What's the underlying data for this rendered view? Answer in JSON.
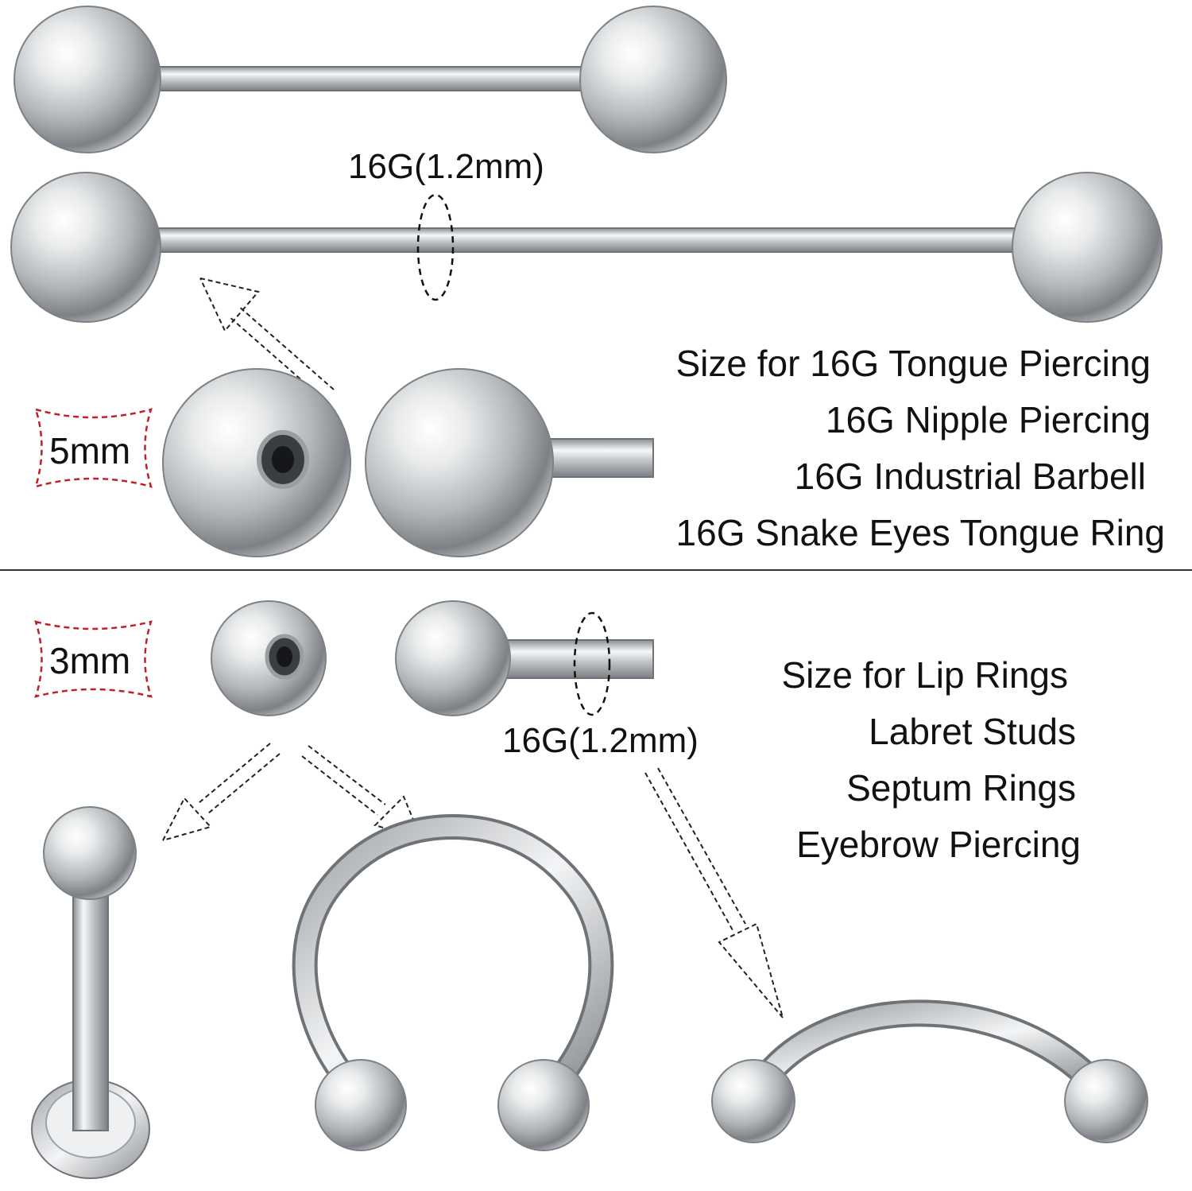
{
  "top_section": {
    "gauge_label": "16G(1.2mm)",
    "ball_size_label": "5mm",
    "uses": [
      "Size for 16G Tongue Piercing",
      "16G Nipple Piercing",
      "16G Industrial Barbell",
      "16G Snake Eyes Tongue Ring"
    ]
  },
  "bottom_section": {
    "gauge_label": "16G(1.2mm)",
    "ball_size_label": "3mm",
    "uses": [
      "Size for Lip Rings",
      "Labret Studs",
      "Septum Rings",
      "Eyebrow Piercing"
    ]
  },
  "colors": {
    "background": "#ffffff",
    "text": "#111111",
    "badge_dash": "#c0202a",
    "divider": "#333333",
    "metal_light": "#f4f5f6",
    "metal_mid": "#b8bbbe",
    "metal_dark": "#6f7377"
  }
}
